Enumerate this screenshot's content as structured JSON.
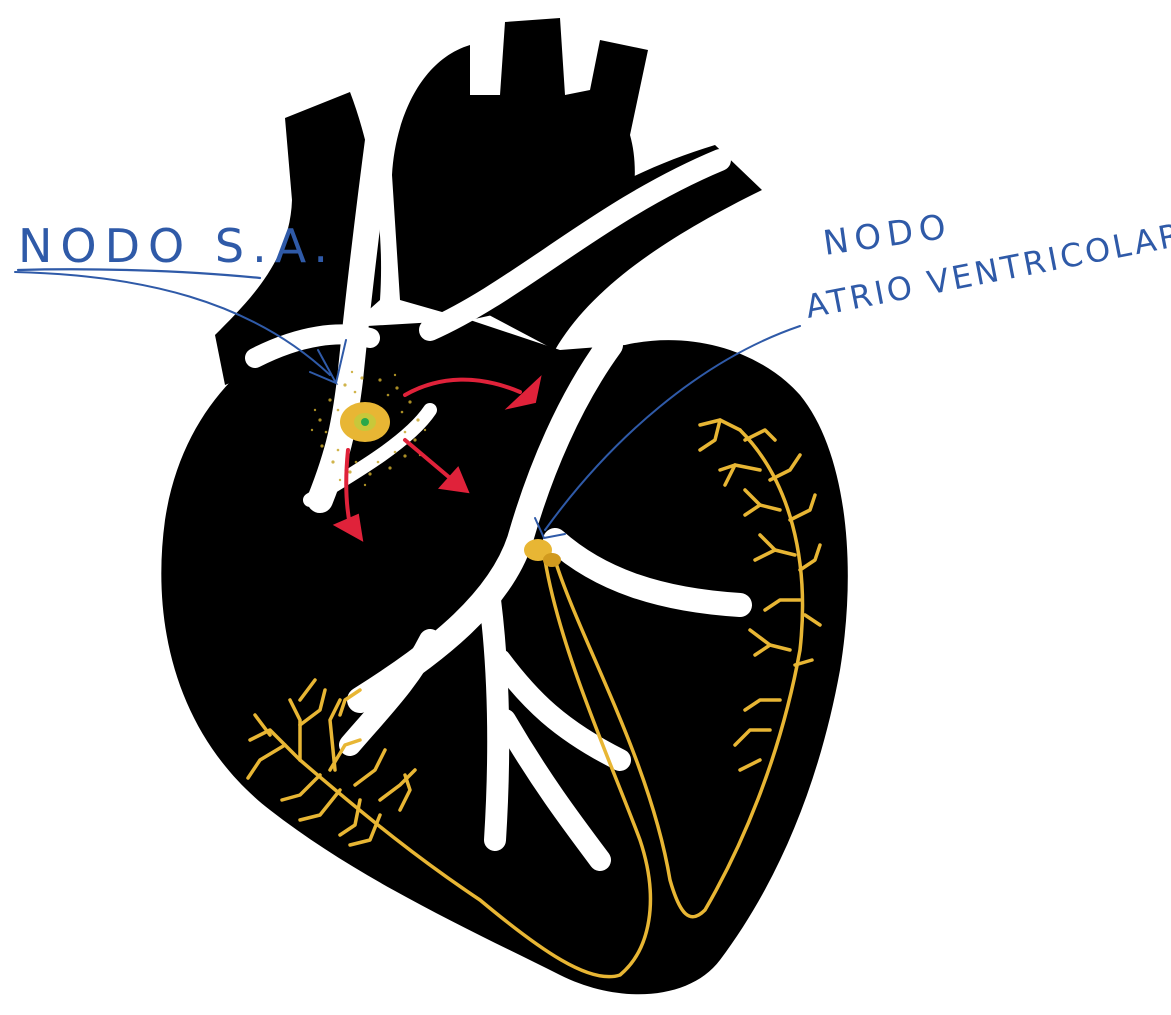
{
  "labels": {
    "sa_node": "NODO S.A.",
    "av_node_line1": "NODO",
    "av_node_line2": "ATRIO VENTRICOLARE"
  },
  "colors": {
    "heart": "#000000",
    "vessels": "#ffffff",
    "conduction": "#e8b634",
    "impulse_arrows": "#e0223a",
    "annotation_ink": "#2f5aa8",
    "sa_node_core": "#2aa84a"
  }
}
